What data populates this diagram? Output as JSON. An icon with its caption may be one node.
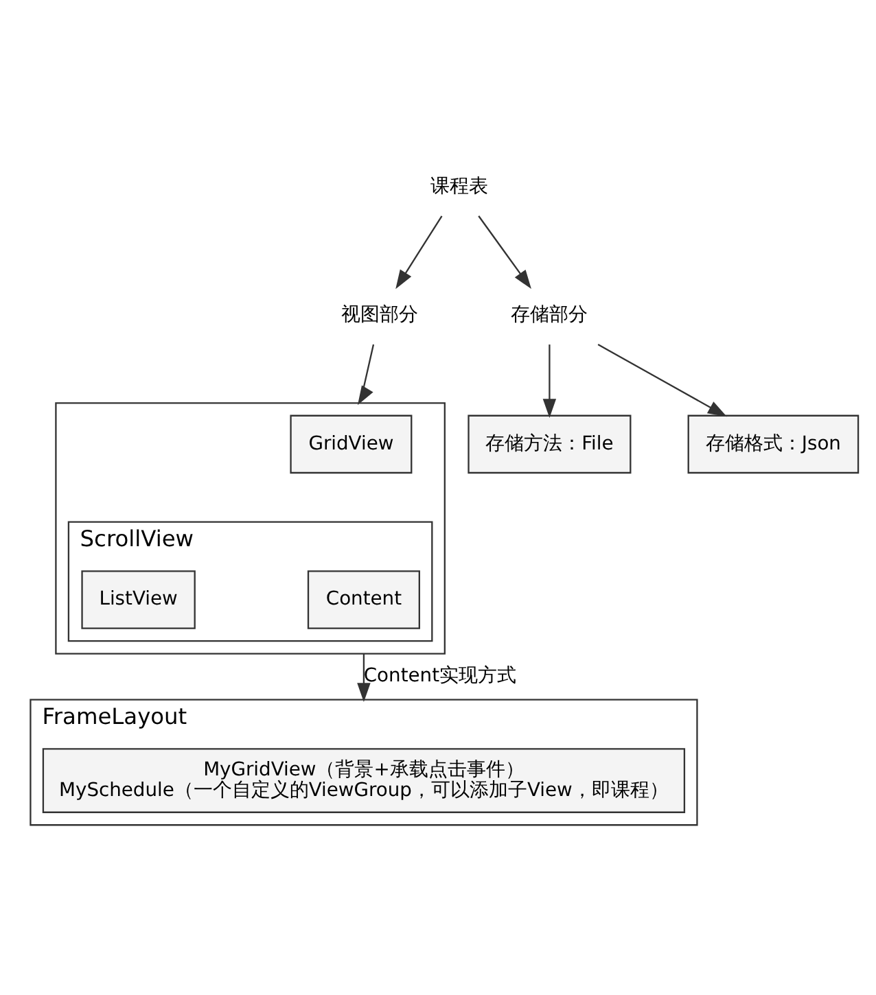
{
  "diagram": {
    "nodes": [
      {
        "text": [
          "课程表"
        ]
      },
      {
        "text": [
          "视图部分"
        ]
      },
      {
        "text": [
          "存储部分"
        ]
      },
      {
        "text": [],
        "shape": "box"
      },
      {
        "text": [
          "GridView"
        ],
        "in": 3
      },
      {
        "text": [
          "ScrollView"
        ],
        "in": 3
      },
      {
        "text": [
          "ListView"
        ],
        "in": 5
      },
      {
        "text": [
          "Content"
        ],
        "in": 5
      },
      {
        "text": [
          "FrameLayout"
        ]
      },
      {
        "text": [
          "MyGridView（背景+承载点击事件）",
          "MySchedule（一个自定义的ViewGroup，可以添加子View，即课程）"
        ],
        "in": 8
      },
      {
        "text": [
          "存储方法：File"
        ]
      },
      {
        "text": [
          "存储格式：Json"
        ]
      }
    ],
    "edges": [
      {
        "from": 0,
        "to": 1,
        "arrow": "to"
      },
      {
        "from": 0,
        "to": 2,
        "arrow": "to"
      },
      {
        "from": 1,
        "to": 3,
        "arrow": "to"
      },
      {
        "from": 3,
        "to": 8,
        "arrow": "to",
        "label": "Content实现方式"
      },
      {
        "from": 2,
        "to": 10,
        "arrow": "to"
      },
      {
        "from": 2,
        "to": 11,
        "arrow": "to"
      }
    ]
  }
}
